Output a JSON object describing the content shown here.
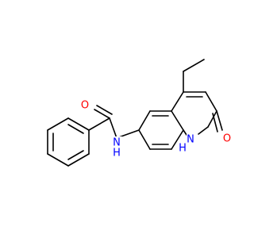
{
  "molecule": {
    "atoms": [
      {
        "id": "amide_o",
        "symbol": "O",
        "color": "#ff0000"
      },
      {
        "id": "amide_nh",
        "symbol": "N",
        "sub": "H",
        "color": "#0000ff"
      },
      {
        "id": "ring_nh_n",
        "symbol": "N",
        "color": "#0000ff"
      },
      {
        "id": "ring_nh_h",
        "symbol": "H",
        "color": "#0000ff"
      },
      {
        "id": "lactam_o",
        "symbol": "O",
        "color": "#ff0000"
      }
    ],
    "bond_color": "#000000"
  }
}
